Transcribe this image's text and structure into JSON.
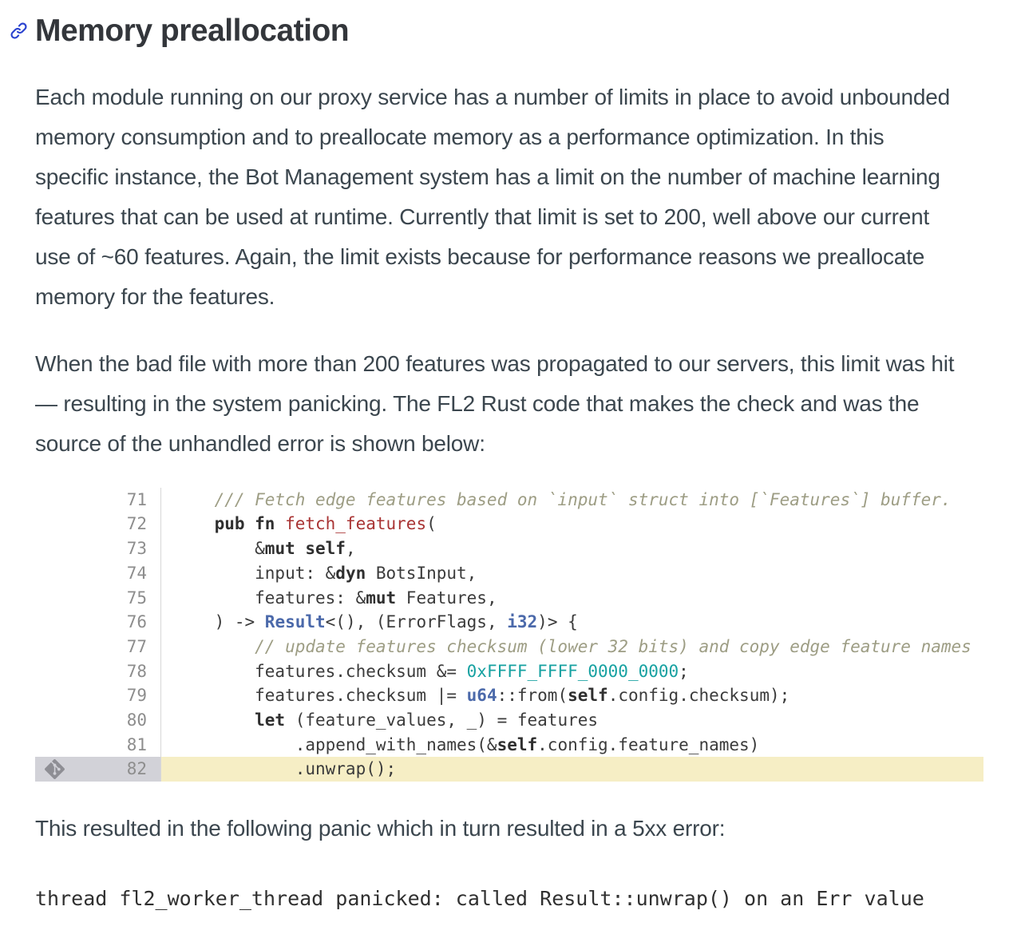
{
  "article": {
    "heading": "Memory preallocation",
    "paragraphs": [
      "Each module running on our proxy service has a number of limits in place to avoid unbounded memory consumption and to preallocate memory as a performance optimization. In this specific instance, the Bot Management system has a limit on the number of machine learning features that can be used at runtime. Currently that limit is set to 200, well above our current use of ~60 features. Again, the limit exists because for performance reasons we preallocate memory for the features.",
      "When the bad file with more than 200 features was propagated to our servers, this limit was hit — resulting in the system panicking. The FL2 Rust code that makes the check and was the source of the unhandled error is shown below:"
    ],
    "after_code_paragraph": "This resulted in the following panic which in turn resulted in a 5xx error:",
    "panic_output": "thread fl2_worker_thread panicked: called Result::unwrap() on an Err value"
  },
  "icons": {
    "heading_anchor": "link-icon",
    "highlight_marker": "git-icon"
  },
  "colors": {
    "anchor_link_blue": "#2b43cf",
    "body_text": "#3b464e",
    "heading_text": "#33363b",
    "code_plain": "#3b3b3b",
    "code_keyword": "#2f2f2f",
    "code_function": "#a93434",
    "code_type": "#4b69aa",
    "code_number": "#16a1a1",
    "code_comment": "#9d9d84",
    "line_number": "#8d8d8d",
    "gutter_border": "#d8d8d8",
    "highlight_row_bg": "#f6eec5",
    "highlight_gutter_bg": "#d2d2d8",
    "git_icon_gray": "#8e8e94"
  },
  "code_block": {
    "language": "rust",
    "first_line_number": 71,
    "last_line_number": 82,
    "highlighted_line": 82,
    "lines": [
      {
        "number": 71,
        "tokens": [
          {
            "c": "com",
            "t": "    /// Fetch edge features based on `input` struct into [`Features`] buffer."
          }
        ]
      },
      {
        "number": 72,
        "tokens": [
          {
            "c": "kw",
            "t": "    pub fn "
          },
          {
            "c": "fn",
            "t": "fetch_features"
          },
          {
            "c": "p",
            "t": "("
          }
        ]
      },
      {
        "number": 73,
        "tokens": [
          {
            "c": "p",
            "t": "        &"
          },
          {
            "c": "kw",
            "t": "mut self"
          },
          {
            "c": "p",
            "t": ","
          }
        ]
      },
      {
        "number": 74,
        "tokens": [
          {
            "c": "p",
            "t": "        input: &"
          },
          {
            "c": "kw",
            "t": "dyn"
          },
          {
            "c": "p",
            "t": " BotsInput,"
          }
        ]
      },
      {
        "number": 75,
        "tokens": [
          {
            "c": "p",
            "t": "        features: &"
          },
          {
            "c": "kw",
            "t": "mut"
          },
          {
            "c": "p",
            "t": " Features,"
          }
        ]
      },
      {
        "number": 76,
        "tokens": [
          {
            "c": "p",
            "t": "    ) -> "
          },
          {
            "c": "ty",
            "t": "Result"
          },
          {
            "c": "p",
            "t": "<(), (ErrorFlags, "
          },
          {
            "c": "ty",
            "t": "i32"
          },
          {
            "c": "p",
            "t": ")> {"
          }
        ]
      },
      {
        "number": 77,
        "tokens": [
          {
            "c": "com",
            "t": "        // update features checksum (lower 32 bits) and copy edge feature names"
          }
        ]
      },
      {
        "number": 78,
        "tokens": [
          {
            "c": "p",
            "t": "        features.checksum &= "
          },
          {
            "c": "num",
            "t": "0xFFFF_FFFF_0000_0000"
          },
          {
            "c": "p",
            "t": ";"
          }
        ]
      },
      {
        "number": 79,
        "tokens": [
          {
            "c": "p",
            "t": "        features.checksum |= "
          },
          {
            "c": "ty",
            "t": "u64"
          },
          {
            "c": "p",
            "t": "::from("
          },
          {
            "c": "kw",
            "t": "self"
          },
          {
            "c": "p",
            "t": ".config.checksum);"
          }
        ]
      },
      {
        "number": 80,
        "tokens": [
          {
            "c": "kw",
            "t": "        let"
          },
          {
            "c": "p",
            "t": " (feature_values, _) = features"
          }
        ]
      },
      {
        "number": 81,
        "tokens": [
          {
            "c": "p",
            "t": "            .append_with_names(&"
          },
          {
            "c": "kw",
            "t": "self"
          },
          {
            "c": "p",
            "t": ".config.feature_names)"
          }
        ]
      },
      {
        "number": 82,
        "tokens": [
          {
            "c": "p",
            "t": "            .unwrap();"
          }
        ]
      }
    ]
  }
}
